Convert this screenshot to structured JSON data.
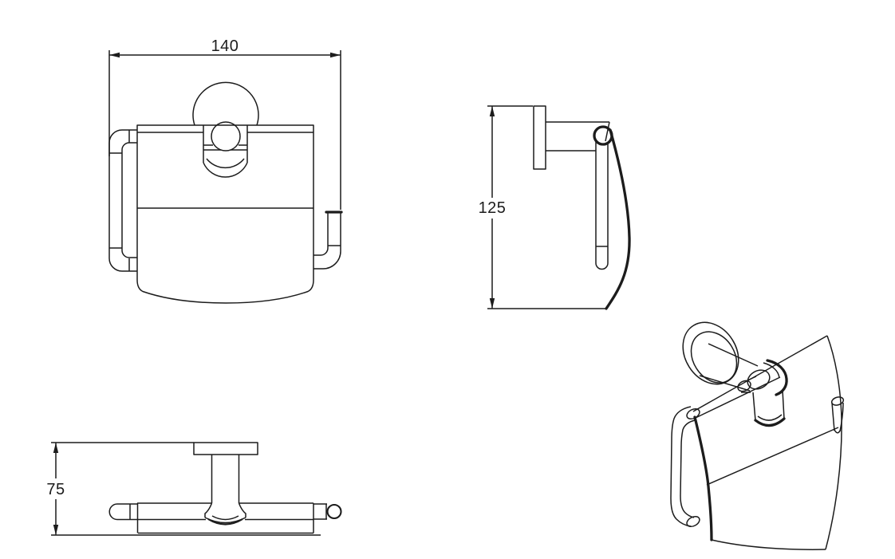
{
  "colors": {
    "line": "#1c1c1c",
    "background": "#ffffff"
  },
  "dimensions": {
    "width": "140",
    "height": "125",
    "depth": "75"
  }
}
